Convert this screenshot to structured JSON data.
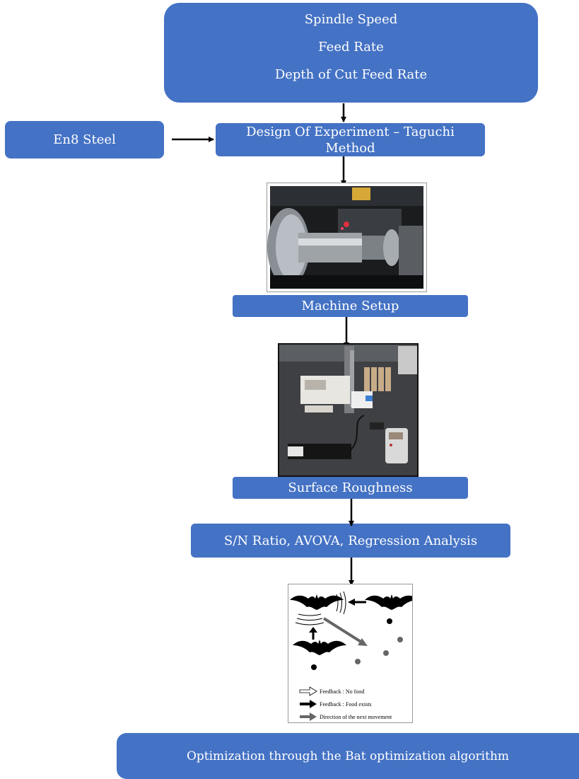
{
  "parameters": {
    "items": [
      "Spindle Speed",
      "Feed Rate",
      "Depth of Cut Feed Rate"
    ]
  },
  "material": {
    "label": "En8 Steel"
  },
  "doe": {
    "label": "Design Of Experiment – Taguchi Method"
  },
  "machine_setup": {
    "label": "Machine Setup"
  },
  "surface_roughness": {
    "label": "Surface Roughness"
  },
  "analysis": {
    "label": "S/N Ratio, AVOVA, Regression Analysis"
  },
  "bat_legend": {
    "no_food": "Feedback : No food",
    "food_exists": "Feedback : Food exists",
    "direction": "Direction of the next movement"
  },
  "optimization": {
    "label": "Optimization through the Bat optimization algorithm"
  },
  "colors": {
    "box_fill": "#4472c4",
    "box_text": "#ffffff",
    "arrow": "#000000"
  }
}
